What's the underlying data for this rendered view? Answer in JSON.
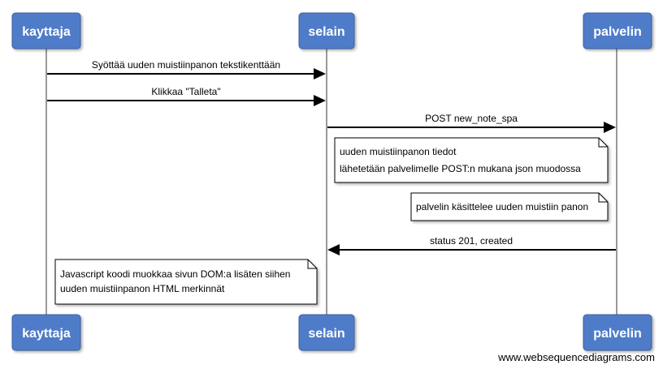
{
  "actors": [
    {
      "id": "kayttaja",
      "label": "kayttaja"
    },
    {
      "id": "selain",
      "label": "selain"
    },
    {
      "id": "palvelin",
      "label": "palvelin"
    }
  ],
  "messages": [
    {
      "from": "kayttaja",
      "to": "selain",
      "label": "Syöttää uuden muistiinpanon tekstikenttään"
    },
    {
      "from": "kayttaja",
      "to": "selain",
      "label": "Klikkaa \"Talleta\""
    },
    {
      "from": "selain",
      "to": "palvelin",
      "label": "POST new_note_spa"
    },
    {
      "from": "palvelin",
      "to": "selain",
      "label": "status 201, created"
    }
  ],
  "notes": [
    {
      "lines": [
        "uuden muistiinpanon tiedot",
        "lähetetään palvelimelle POST:n mukana json muodossa"
      ]
    },
    {
      "lines": [
        "palvelin käsittelee uuden muistiin panon"
      ]
    },
    {
      "lines": [
        "Javascript koodi muokkaa sivun DOM:a lisäten siihen",
        "uuden muistiinpanon HTML merkinnät"
      ]
    }
  ],
  "watermark": "www.websequencediagrams.com"
}
